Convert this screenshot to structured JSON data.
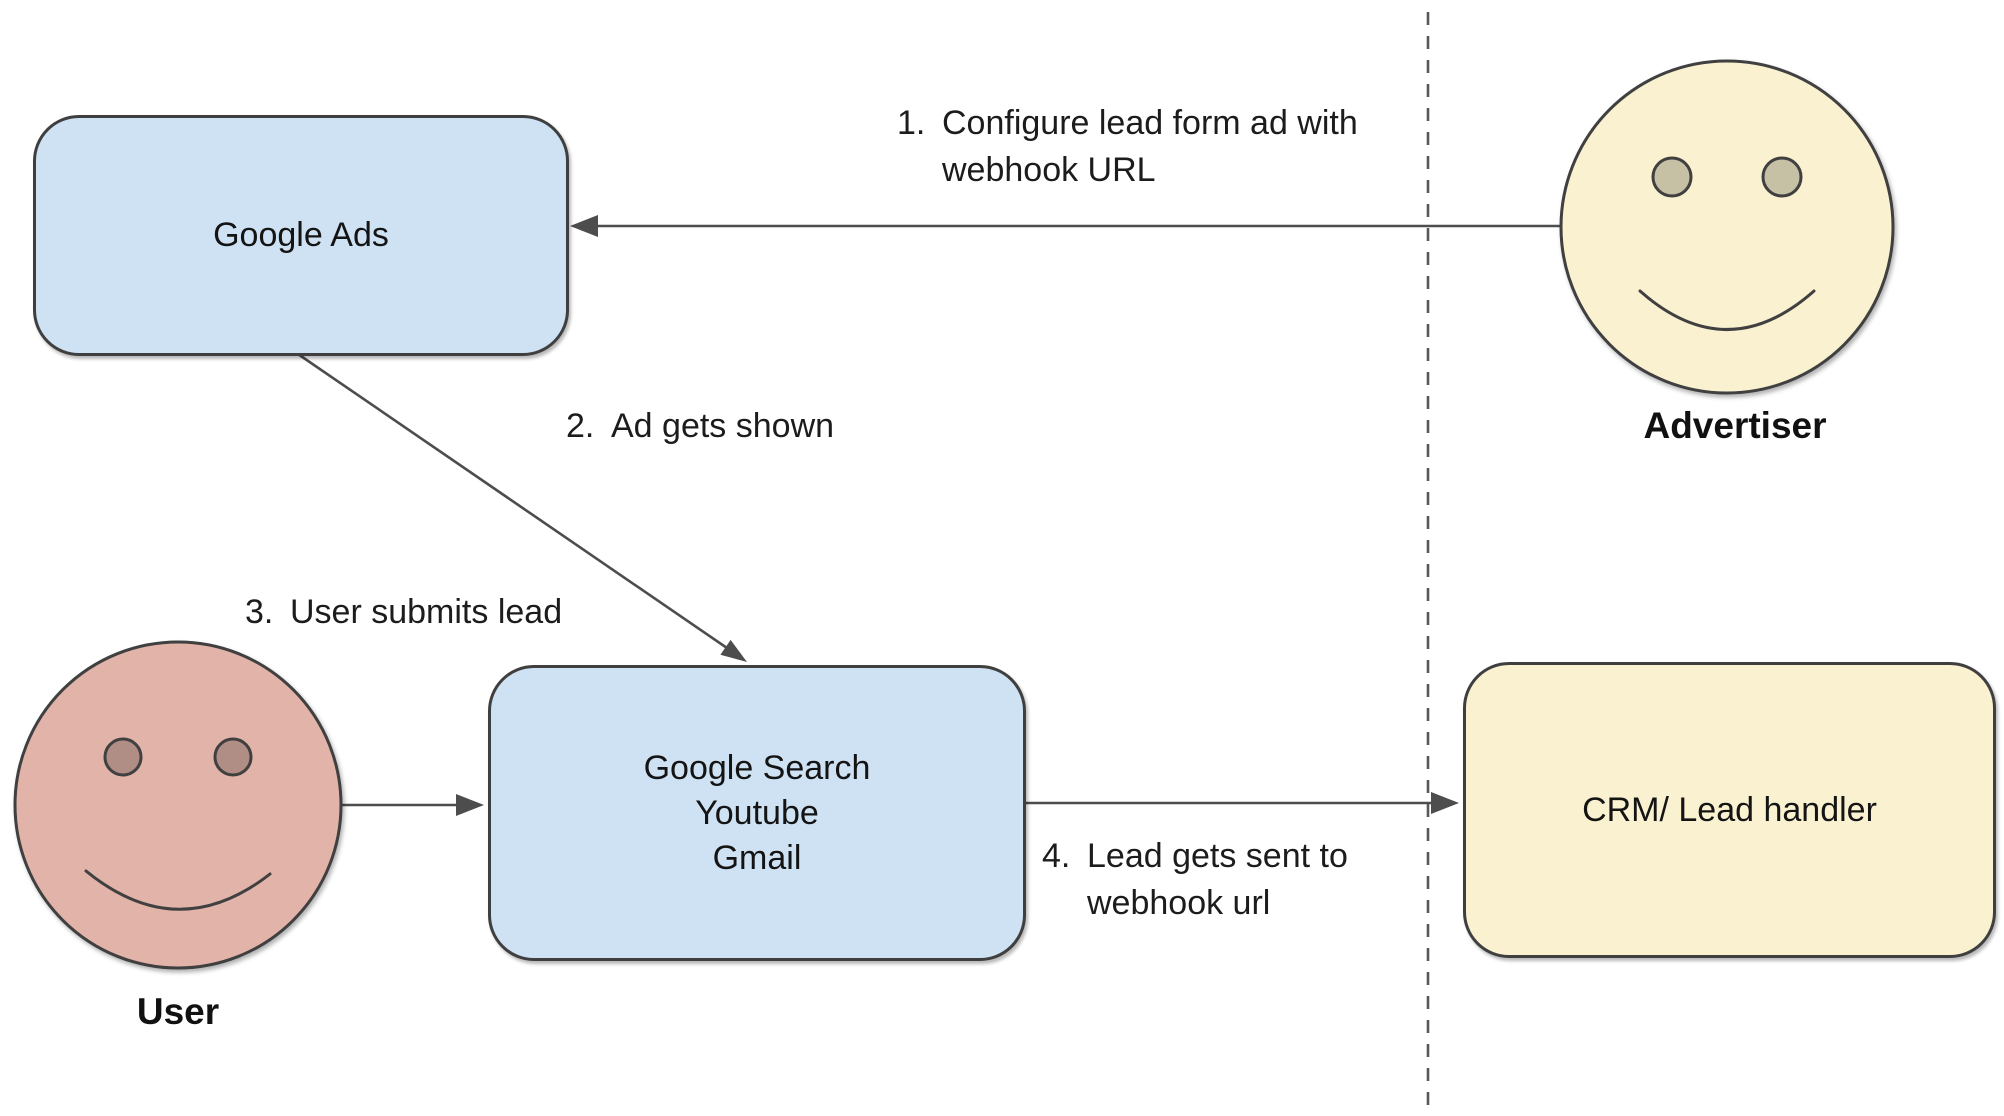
{
  "colors": {
    "node-blue": "#cfe2f3",
    "node-yellow": "#faf1d1",
    "face-pink": "#e2b3a9",
    "eye-tan": "#c6c0a4",
    "eye-pink": "#b18e85",
    "stroke-dark": "#3f3f3f",
    "line-gray": "#4d4d4d",
    "text": "#1c1c1c"
  },
  "nodes": {
    "google_ads": {
      "label": "Google Ads"
    },
    "google_surfaces": {
      "label": "Google Search\nYoutube\nGmail"
    },
    "crm": {
      "label": "CRM/ Lead handler"
    }
  },
  "actors": {
    "advertiser": {
      "label": "Advertiser"
    },
    "user": {
      "label": "User"
    }
  },
  "steps": [
    {
      "number": "1.",
      "text": "Configure lead form ad with\nwebhook URL"
    },
    {
      "number": "2.",
      "text": "Ad gets shown"
    },
    {
      "number": "3.",
      "text": "User submits lead"
    },
    {
      "number": "4.",
      "text": "Lead gets sent to\nwebhook url"
    }
  ]
}
